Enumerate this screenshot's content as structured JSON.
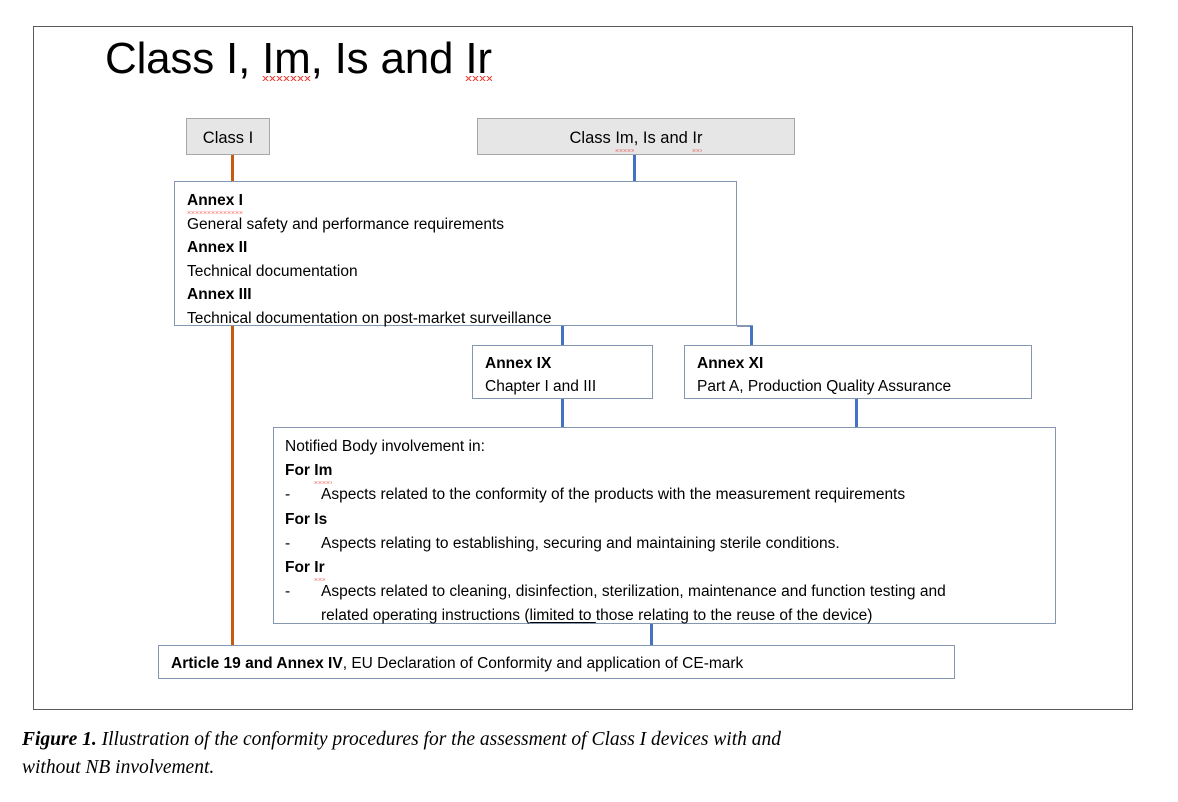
{
  "figure": {
    "title": {
      "prefix": "Class I, ",
      "token_im": "Im",
      "mid": ", Is and ",
      "token_ir": "Ir"
    },
    "colors": {
      "class_i_path": "#C55A11",
      "class_mir_path": "#4472C4",
      "box_border": "#8496B0",
      "grey_box_fill": "#E6E6E6",
      "frame_border": "#595959"
    },
    "boxes": {
      "class_i": {
        "label": "Class I"
      },
      "class_mir": {
        "prefix": "Class ",
        "token_im": "Im",
        "mid": ", Is and ",
        "token_ir": "Ir"
      },
      "annex_list": {
        "rows": [
          {
            "heading": "Annex I",
            "heading_flagged": true,
            "text": "General safety and performance requirements"
          },
          {
            "heading": "Annex II",
            "heading_flagged": false,
            "text": "Technical documentation"
          },
          {
            "heading": "Annex III",
            "heading_flagged": false,
            "text": "Technical documentation on post-market surveillance"
          }
        ]
      },
      "annex_ix": {
        "heading": "Annex IX",
        "text": "Chapter I and III"
      },
      "annex_xi": {
        "heading": "Annex XI",
        "text": "Part A, Production Quality Assurance"
      },
      "notified_body": {
        "intro": "Notified Body involvement in:",
        "dash": "-",
        "sections": [
          {
            "heading_prefix": "For ",
            "heading_token": "Im",
            "heading_flagged": true,
            "bullet_line1": "Aspects related to the conformity of the products with the measurement requirements",
            "bullet_line2": ""
          },
          {
            "heading_prefix": "For ",
            "heading_token": "Is",
            "heading_flagged": false,
            "bullet_line1": "Aspects relating to establishing, securing and maintaining sterile conditions.",
            "bullet_line2": ""
          },
          {
            "heading_prefix": "For ",
            "heading_token": "Ir",
            "heading_flagged": true,
            "bullet_line1": "Aspects related to cleaning, disinfection, sterilization, maintenance and function testing and",
            "bullet_line2_a": "related operating instructions (",
            "bullet_line2_underlined": "limited to ",
            "bullet_line2_b": "those relating to the reuse of the device)"
          }
        ]
      },
      "article19": {
        "bold_part": "Article 19 and Annex IV",
        "rest": ", EU Declaration of Conformity and application of CE-mark"
      }
    }
  },
  "caption": {
    "label": "Figure 1.",
    "line1": " Illustration of the conformity procedures for the assessment of Class I devices with and",
    "line2": "without NB involvement."
  }
}
